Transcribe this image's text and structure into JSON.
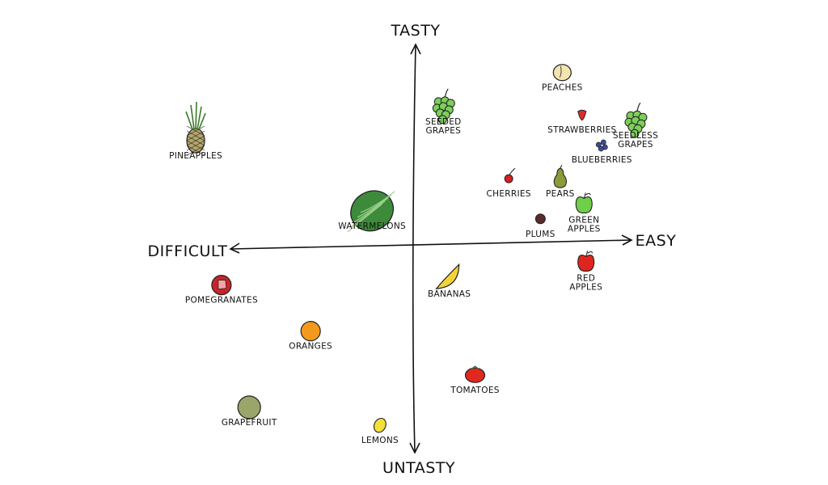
{
  "chart_data": {
    "type": "scatter",
    "title": "",
    "axes": {
      "x_negative_label": "DIFFICULT",
      "x_positive_label": "EASY",
      "y_positive_label": "TASTY",
      "y_negative_label": "UNTASTY"
    },
    "xlim": [
      -1,
      1
    ],
    "ylim": [
      -1,
      1
    ],
    "grid": false,
    "points": [
      {
        "label": [
          "PEACHES"
        ],
        "x": 0.74,
        "y": 0.86,
        "icon": "peach-icon",
        "color": "#f4e4b0"
      },
      {
        "label": [
          "SEEDED",
          "GRAPES"
        ],
        "x": 0.14,
        "y": 0.69,
        "icon": "grapes-icon",
        "color": "#7ccf5a"
      },
      {
        "label": [
          "STRAWBERRIES"
        ],
        "x": 0.84,
        "y": 0.65,
        "icon": "strawberry-icon",
        "color": "#e02a2a"
      },
      {
        "label": [
          "SEEDLESS",
          "GRAPES"
        ],
        "x": 1.11,
        "y": 0.62,
        "icon": "grapes-icon",
        "color": "#7ccf5a"
      },
      {
        "label": [
          "BLUEBERRIES"
        ],
        "x": 0.94,
        "y": 0.5,
        "icon": "blueberry-icon",
        "color": "#3b4b9c"
      },
      {
        "label": [
          "PINEAPPLES"
        ],
        "x": -1.11,
        "y": 0.52,
        "icon": "pineapple-icon",
        "color": "#b5a76a"
      },
      {
        "label": [
          "CHERRIES"
        ],
        "x": 0.47,
        "y": 0.33,
        "icon": "cherry-icon",
        "color": "#d4201f"
      },
      {
        "label": [
          "PEARS"
        ],
        "x": 0.73,
        "y": 0.33,
        "icon": "pear-icon",
        "color": "#8c9a3a"
      },
      {
        "label": [
          "GREEN",
          "APPLES"
        ],
        "x": 0.85,
        "y": 0.2,
        "icon": "apple-icon",
        "color": "#6fcf4a"
      },
      {
        "label": [
          "PLUMS"
        ],
        "x": 0.63,
        "y": 0.13,
        "icon": "plum-icon",
        "color": "#5a2a2a"
      },
      {
        "label": [
          "WATERMELONS"
        ],
        "x": -0.22,
        "y": 0.17,
        "icon": "watermelon-icon",
        "color": "#3d8a3a"
      },
      {
        "label": [
          "RED",
          "APPLES"
        ],
        "x": 0.86,
        "y": -0.09,
        "icon": "apple-icon",
        "color": "#e0251f"
      },
      {
        "label": [
          "POMEGRANATES"
        ],
        "x": -0.98,
        "y": -0.2,
        "icon": "pomegranate-icon",
        "color": "#c8242a"
      },
      {
        "label": [
          "BANANAS"
        ],
        "x": 0.17,
        "y": -0.17,
        "icon": "banana-icon",
        "color": "#f2d43a"
      },
      {
        "label": [
          "ORANGES"
        ],
        "x": -0.53,
        "y": -0.43,
        "icon": "orange-icon",
        "color": "#f39a1e"
      },
      {
        "label": [
          "TOMATOES"
        ],
        "x": 0.3,
        "y": -0.65,
        "icon": "tomato-icon",
        "color": "#e0281e"
      },
      {
        "label": [
          "GRAPEFRUIT"
        ],
        "x": -0.84,
        "y": -0.81,
        "icon": "grapefruit-icon",
        "color": "#9aa56a"
      },
      {
        "label": [
          "LEMONS"
        ],
        "x": -0.18,
        "y": -0.9,
        "icon": "lemon-icon",
        "color": "#f3e13a"
      }
    ]
  }
}
